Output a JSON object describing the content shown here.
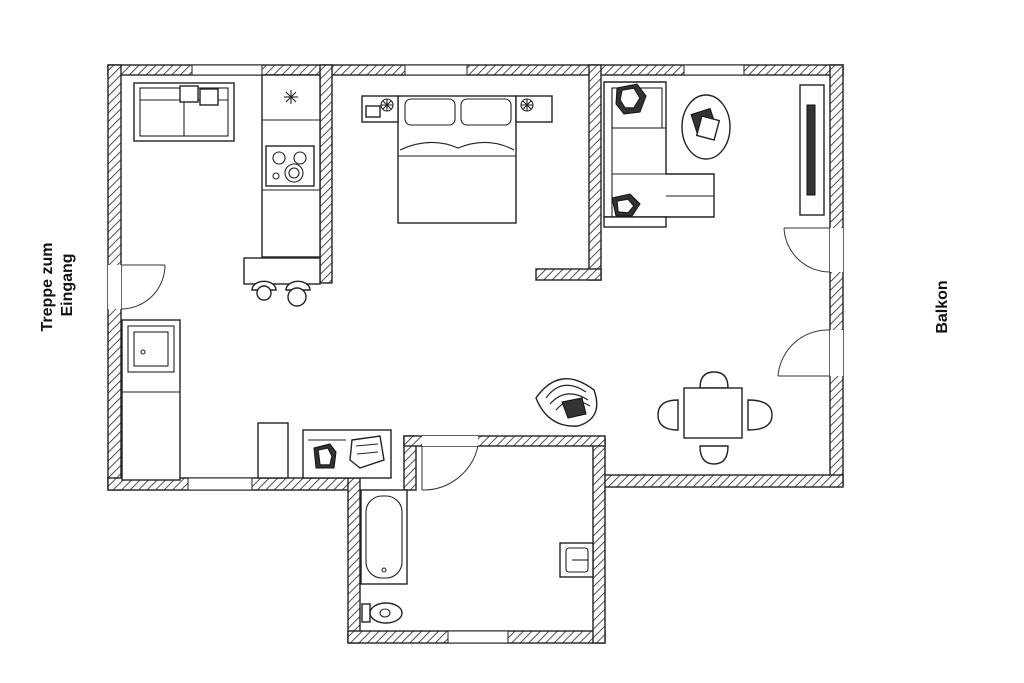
{
  "labels": {
    "entrance_line1": "Treppe zum",
    "entrance_line2": "Eingang",
    "balcony": "Balkon"
  }
}
